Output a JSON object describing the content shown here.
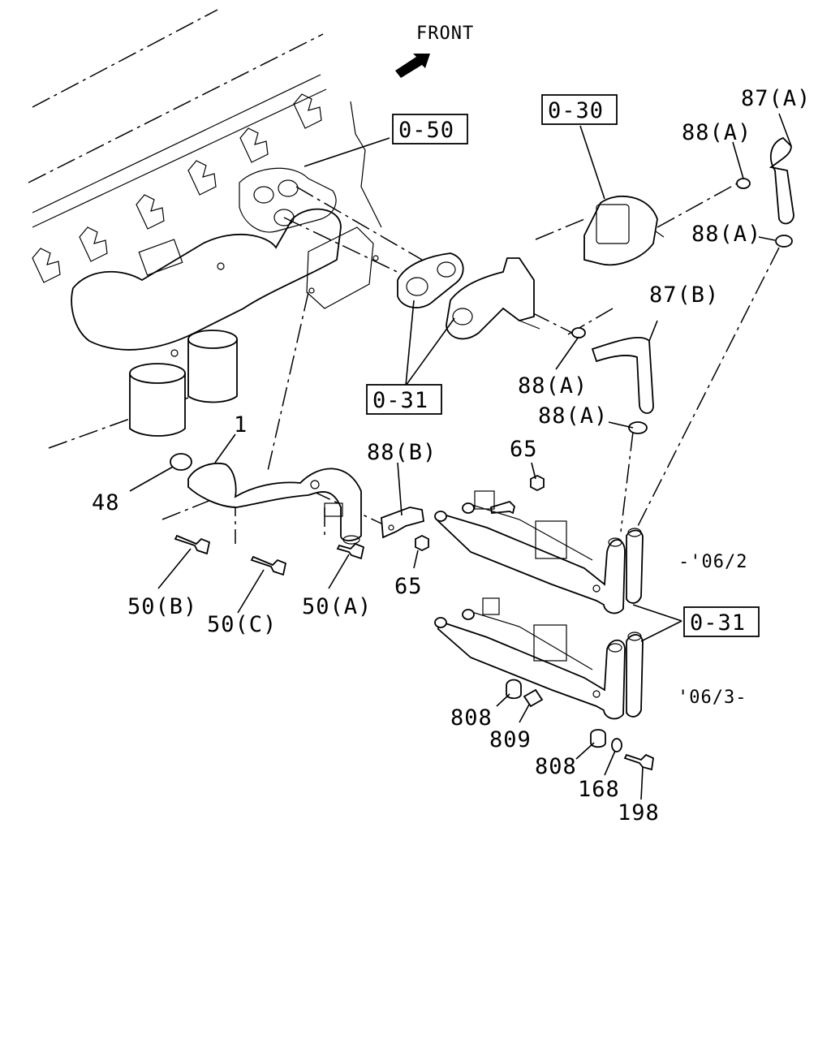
{
  "direction_label": "FRONT",
  "reference_boxes": {
    "r050": "0-50",
    "r030": "0-30",
    "r031a": "0-31",
    "r031b": "0-31"
  },
  "part_labels": {
    "p87a": "87(A)",
    "p88a_1": "88(A)",
    "p88a_2": "88(A)",
    "p87b": "87(B)",
    "p88a_3": "88(A)",
    "p88a_4": "88(A)",
    "p88b": "88(B)",
    "p65_1": "65",
    "p65_2": "65",
    "p1": "1",
    "p48": "48",
    "p50b": "50(B)",
    "p50c": "50(C)",
    "p50a": "50(A)",
    "p808_1": "808",
    "p809": "809",
    "p808_2": "808",
    "p168": "168",
    "p198": "198"
  },
  "date_notes": {
    "upto": "-'06/2",
    "from": "'06/3-"
  }
}
